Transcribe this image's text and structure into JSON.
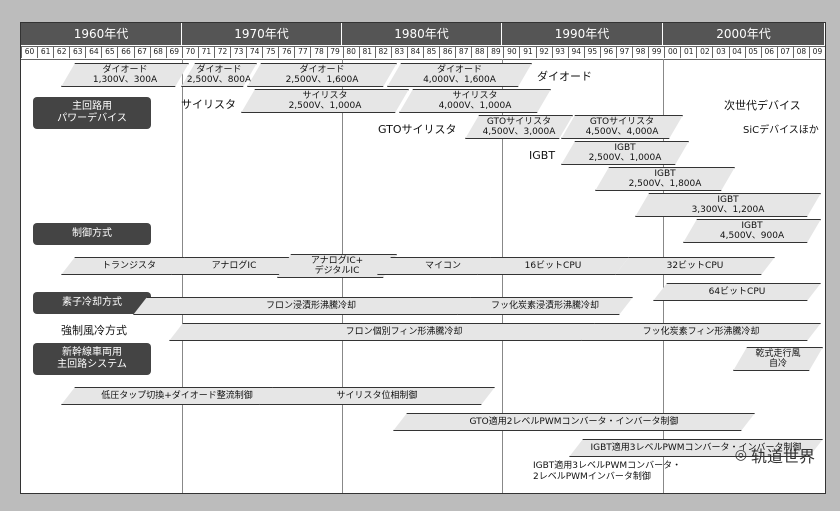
{
  "decades": [
    "1960年代",
    "1970年代",
    "1980年代",
    "1990年代",
    "2000年代"
  ],
  "years": [
    "60",
    "61",
    "62",
    "63",
    "64",
    "65",
    "66",
    "67",
    "68",
    "69",
    "70",
    "71",
    "72",
    "73",
    "74",
    "75",
    "76",
    "77",
    "78",
    "79",
    "80",
    "81",
    "82",
    "83",
    "84",
    "85",
    "86",
    "87",
    "88",
    "89",
    "90",
    "91",
    "92",
    "93",
    "94",
    "95",
    "96",
    "97",
    "98",
    "99",
    "00",
    "01",
    "02",
    "03",
    "04",
    "05",
    "06",
    "07",
    "08",
    "09"
  ],
  "categories": [
    {
      "key": "main",
      "label": "主回路用\nパワーデバイス"
    },
    {
      "key": "control",
      "label": "制御方式"
    },
    {
      "key": "cooling",
      "label": "素子冷却方式"
    },
    {
      "key": "system",
      "label": "新幹線車両用\n主回路システム"
    }
  ],
  "labels": {
    "diode": "ダイオード",
    "thyristor": "サイリスタ",
    "gto": "GTOサイリスタ",
    "igbt": "IGBT",
    "next_gen": "次世代デバイス",
    "sic": "SiCデバイスほか",
    "forced_air": "強制風冷方式",
    "igbt3_combo": "IGBT適用3レベルPWMコンバータ・\n2レベルPWMインバータ制御"
  },
  "bands": {
    "d1": "ダイオード\n1,300V、300A",
    "d2": "ダイオード\n2,500V、800A",
    "d3": "ダイオード\n2,500V、1,600A",
    "d4": "ダイオード\n4,000V、1,600A",
    "t1": "サイリスタ\n2,500V、1,000A",
    "t2": "サイリスタ\n4,000V、1,000A",
    "g1": "GTOサイリスタ\n4,500V、3,000A",
    "g2": "GTOサイリスタ\n4,500V、4,000A",
    "i1": "IGBT\n2,500V、1,000A",
    "i2": "IGBT\n2,500V、1,800A",
    "i3": "IGBT\n3,300V、1,200A",
    "i4": "IGBT\n4,500V、900A",
    "c1": "トランジスタ",
    "c2": "アナログIC",
    "c3": "アナログIC+\nデジタルIC",
    "c4": "マイコン",
    "c5": "16ビットCPU",
    "c6": "32ビットCPU",
    "c7": "64ビットCPU",
    "k1": "フロン浸漬形沸騰冷却",
    "k2": "フッ化炭素浸漬形沸騰冷却",
    "k3": "フロン個別フィン形沸騰冷却",
    "k4": "フッ化炭素フィン形沸騰冷却",
    "k5": "乾式走行風\n自冷",
    "s1": "低圧タップ切換+ダイオード整流制御",
    "s2": "サイリスタ位相制御",
    "s3": "GTO適用2レベルPWMコンバータ・インバータ制御",
    "s4": "IGBT適用3レベルPWMコンバータ・インバータ制御"
  },
  "watermark": "轨道世界",
  "watermark_icon": "wechat-icon"
}
